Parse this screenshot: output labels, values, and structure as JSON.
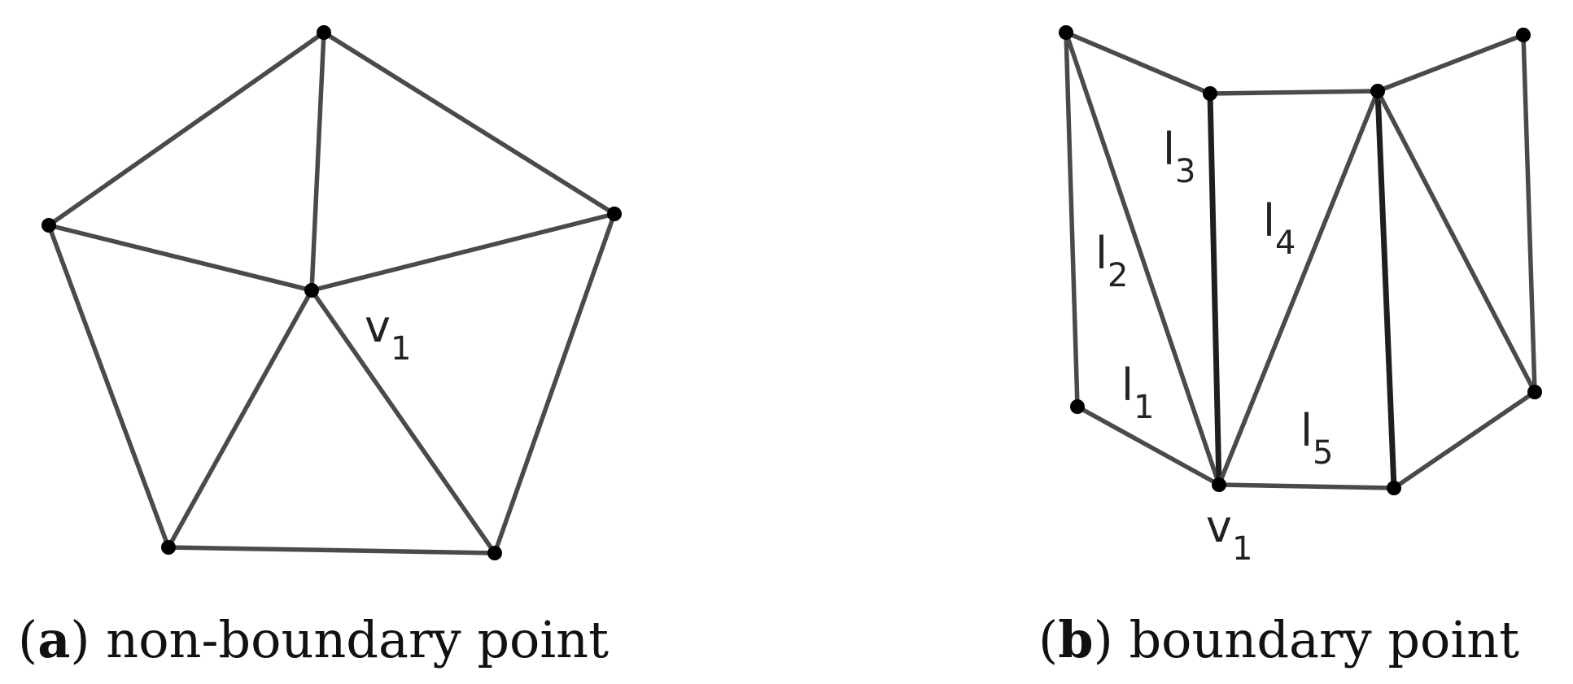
{
  "panel_a": {
    "caption_letter": "a",
    "caption_text": "non-boundary point",
    "vertex_label": {
      "main": "v",
      "sub": "1"
    }
  },
  "panel_b": {
    "caption_letter": "b",
    "caption_text": "boundary point",
    "vertex_label": {
      "main": "v",
      "sub": "1"
    },
    "edge_labels": [
      {
        "main": "l",
        "sub": "1"
      },
      {
        "main": "l",
        "sub": "2"
      },
      {
        "main": "l",
        "sub": "3"
      },
      {
        "main": "l",
        "sub": "4"
      },
      {
        "main": "l",
        "sub": "5"
      }
    ]
  }
}
